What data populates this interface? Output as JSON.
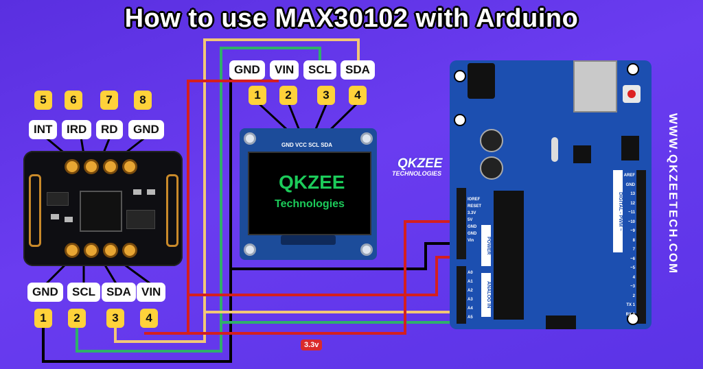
{
  "title": "How to use MAX30102 with Arduino",
  "sensor": {
    "top_pins": [
      "INT",
      "IRD",
      "RD",
      "GND"
    ],
    "top_numbers": [
      "5",
      "6",
      "7",
      "8"
    ],
    "bottom_pins": [
      "GND",
      "SCL",
      "SDA",
      "VIN"
    ],
    "bottom_numbers": [
      "1",
      "2",
      "3",
      "4"
    ]
  },
  "oled": {
    "pins": [
      "GND",
      "VIN",
      "SCL",
      "SDA"
    ],
    "numbers": [
      "1",
      "2",
      "3",
      "4"
    ],
    "pin_row": "GND VCC SCL SDA",
    "screen_title": "QKZEE",
    "screen_subtitle": "Technologies"
  },
  "logo": {
    "name": "QKZEE",
    "sub": "TECHNOLOGIES"
  },
  "arduino": {
    "power_labels": [
      "IOREF",
      "RESET",
      "3.3V",
      "5V",
      "GND",
      "GND",
      "Vin"
    ],
    "analog_labels": [
      "A0",
      "A1",
      "A2",
      "A3",
      "A4",
      "A5"
    ],
    "power_title": "POWER",
    "analog_title": "ANALOG IN",
    "digital_title": "DIGITAL - PWM ~",
    "digital_labels": [
      "AREF",
      "GND",
      "13",
      "12",
      "~11",
      "~10",
      "~9",
      "8",
      "7",
      "~6",
      "~5",
      "4",
      "~3",
      "2",
      "TX 1",
      "RX 0"
    ]
  },
  "voltage_badge": "3.3v",
  "website": "WWW.QKZEETECH.COM",
  "colors": {
    "background": "#5a2fe0",
    "wire_red": "#d41f1f",
    "wire_yellow": "#f2c777",
    "wire_green": "#2fb06a",
    "wire_black": "#000000",
    "badge": "#d92b2b"
  }
}
